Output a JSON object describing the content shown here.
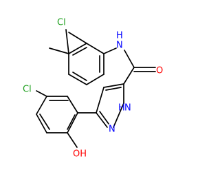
{
  "molecule": {
    "atom_labels": {
      "cl_top": "Cl",
      "nh_amide": "N",
      "h_amide": "H",
      "o_carbonyl": "O",
      "cl_left": "Cl",
      "n1": "N",
      "n2": "N",
      "h_pyrazole": "H",
      "hydroxyl": "OH"
    },
    "colors": {
      "bond": "#000000",
      "chlorine": "#1fa01f",
      "nitrogen": "#0000ff",
      "oxygen": "#ff0000"
    }
  }
}
